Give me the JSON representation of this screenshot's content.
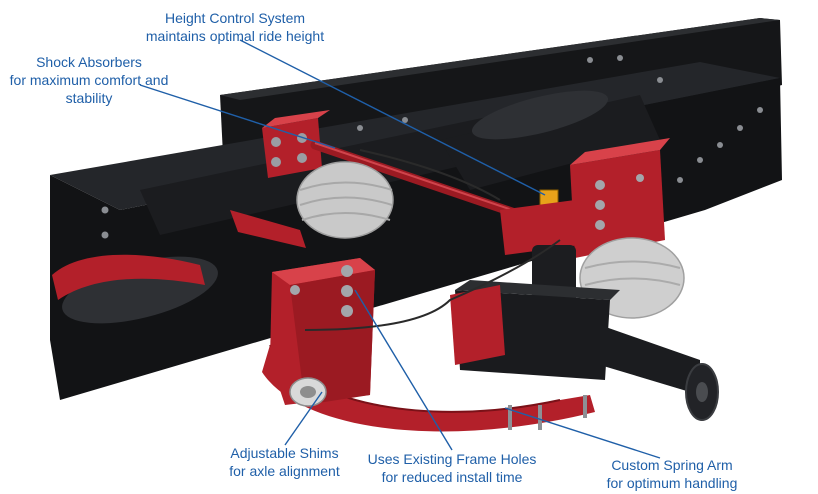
{
  "callouts": {
    "height_control": {
      "title": "Height Control System",
      "subtitle": "maintains optimal ride height"
    },
    "shock_absorbers": {
      "title": "Shock Absorbers",
      "subtitle": "for maximum comfort and",
      "subtitle2": "stability"
    },
    "adjustable_shims": {
      "title": "Adjustable Shims",
      "subtitle": "for axle alignment"
    },
    "frame_holes": {
      "title": "Uses Existing Frame Holes",
      "subtitle": "for reduced install time"
    },
    "spring_arm": {
      "title": "Custom Spring Arm",
      "subtitle": "for optimum handling"
    }
  },
  "colors": {
    "frame": "#151618",
    "frame_highlight": "#2c2e31",
    "suspension_red": "#b3202a",
    "suspension_red_dark": "#7a1118",
    "air_bag": "#cfcfcf",
    "callout_text": "#1f5fa8",
    "leader_line": "#1f5fa8"
  }
}
